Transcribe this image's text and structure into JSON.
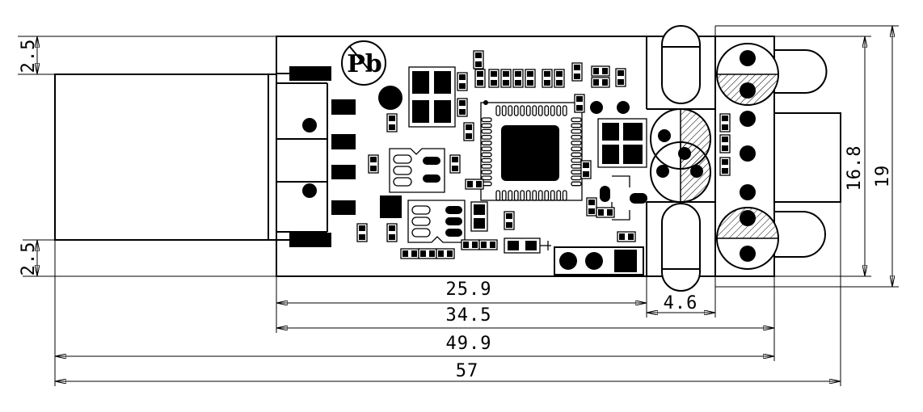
{
  "colors": {
    "ink": "#000000",
    "paper": "#ffffff"
  },
  "logo": {
    "text": "Pb"
  },
  "dimensions": {
    "left_top": "2.5",
    "left_bottom": "2.5",
    "h_1": "25.9",
    "h_2": "34.5",
    "h_3": "49.9",
    "h_4": "57",
    "h_small": "4.6",
    "v_inner": "16.8",
    "v_outer": "19"
  }
}
